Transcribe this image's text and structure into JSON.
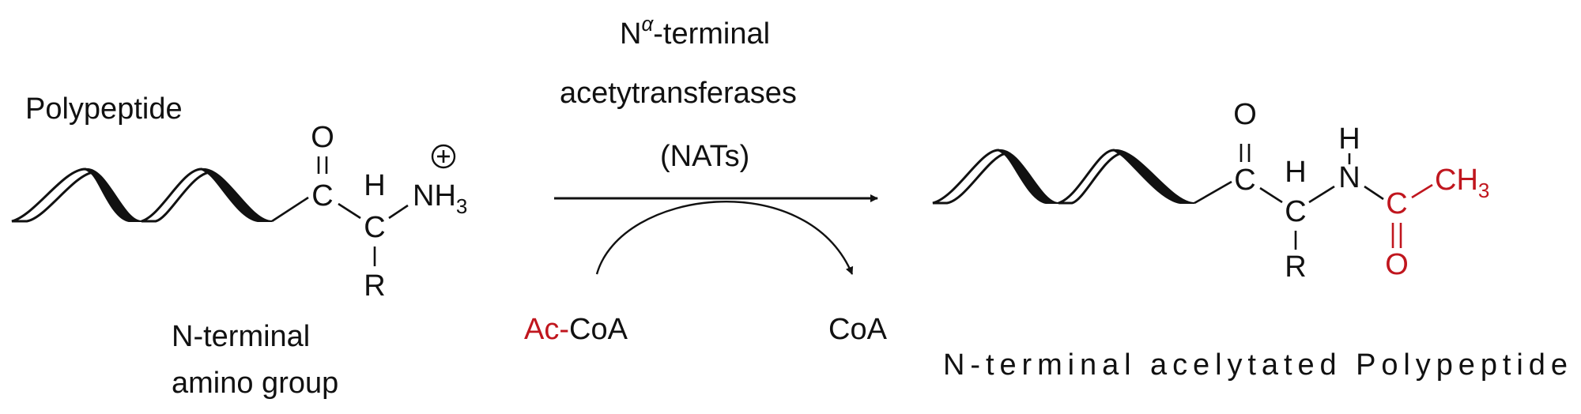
{
  "colors": {
    "text": "#111111",
    "acetyl_red": "#c0161e",
    "background": "#ffffff"
  },
  "reactant": {
    "title": "Polypeptide",
    "caption_line1": "N-terminal",
    "caption_line2": "amino group",
    "atoms": {
      "o": "O",
      "c1": "C",
      "h": "H",
      "c2": "C",
      "r": "R",
      "nh": "NH",
      "h3_sub": "3",
      "charge": "+"
    }
  },
  "enzyme": {
    "line1_n": "N",
    "line1_alpha": "α",
    "line1_rest": "-terminal",
    "line2": "acetytransferases",
    "line3": "(NATs)"
  },
  "cofactors": {
    "donor_prefix": "Ac-",
    "donor_suffix": "CoA",
    "product": "CoA"
  },
  "product": {
    "caption": "N-terminal acelytated Polypeptide",
    "atoms": {
      "o": "O",
      "c1": "C",
      "h": "H",
      "c2": "C",
      "r": "R",
      "nh_h": "H",
      "n": "N",
      "acetyl_c": "C",
      "acetyl_o": "O",
      "ch": "CH",
      "ch3_sub": "3"
    }
  }
}
